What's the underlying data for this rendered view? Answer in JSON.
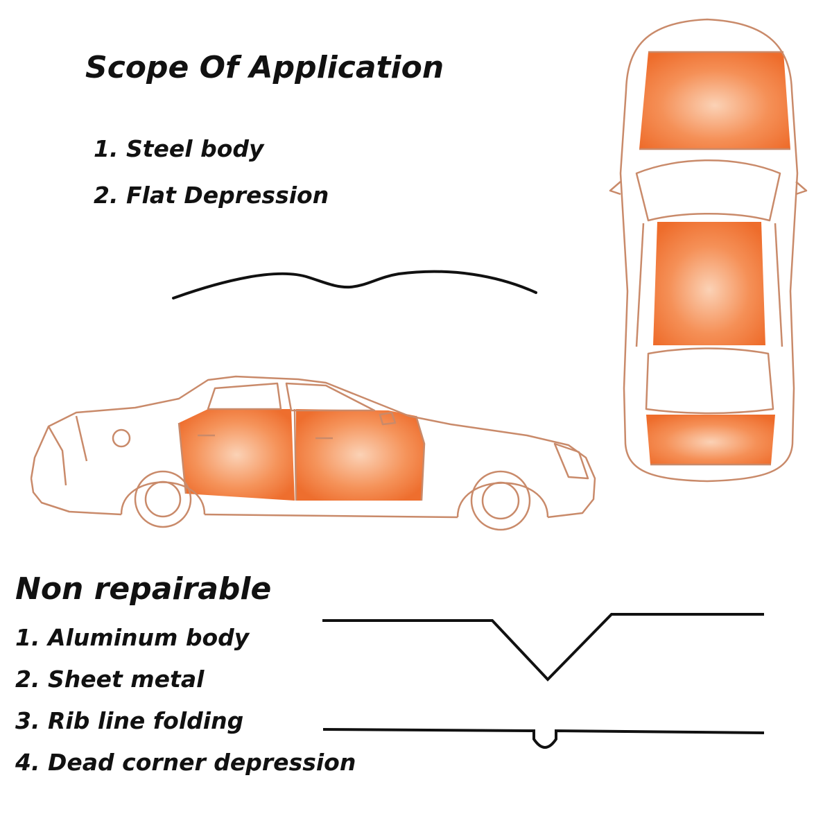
{
  "scope": {
    "title": "Scope Of Application",
    "items": [
      "1. Steel body",
      "2. Flat Depression"
    ]
  },
  "non_repairable": {
    "title": "Non repairable",
    "items": [
      "1. Aluminum body",
      "2. Sheet metal",
      "3. Rib line folding",
      "4. Dead corner depression"
    ]
  },
  "colors": {
    "outline": "#c98a6a",
    "highlight": "#f07a3c",
    "highlight_center": "#fbd2b6",
    "profile_line": "#111111"
  },
  "icons": [
    "car-side-view-icon",
    "car-top-view-icon",
    "flat-dent-profile-icon",
    "v-fold-profile-icon",
    "corner-dent-profile-icon"
  ]
}
